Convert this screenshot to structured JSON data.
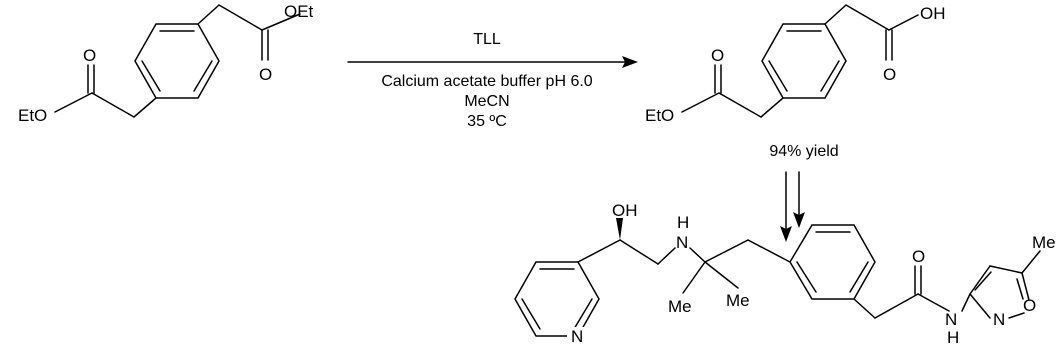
{
  "reaction": {
    "reagent": "TLL",
    "conditions": [
      "Calcium acetate buffer pH 6.0",
      "MeCN",
      "35 ºC"
    ],
    "yield_text": "94% yield"
  },
  "starting_material": {
    "labels": {
      "ester_left": "EtO",
      "o_left": "O",
      "ester_right": "OEt",
      "o_right": "O"
    }
  },
  "monoacid": {
    "labels": {
      "o_left": "O",
      "ester_left": "EtO",
      "acid_oh": "OH",
      "o_right": "O"
    }
  },
  "final_product": {
    "labels": {
      "oh": "OH",
      "nh_amine": "H",
      "n_amine": "N",
      "me1": "Me",
      "me2": "Me",
      "pyridine_n": "N",
      "amide_o": "O",
      "amide_n": "N",
      "amide_h": "H",
      "isoxazole_n": "N",
      "isoxazole_o": "O",
      "isoxazole_me": "Me"
    }
  }
}
